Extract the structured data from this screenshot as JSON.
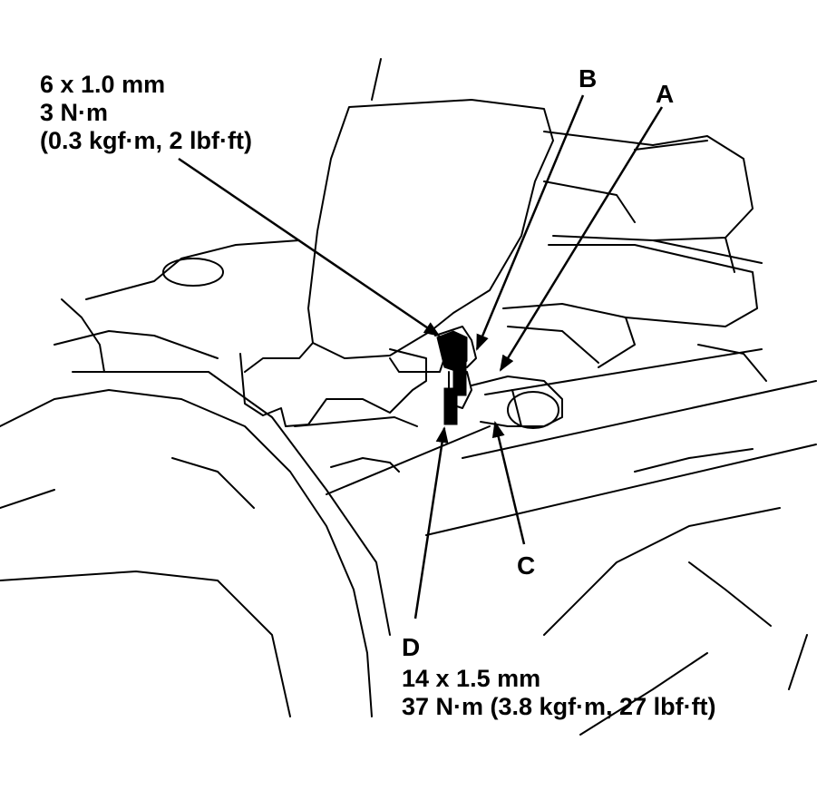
{
  "callouts": {
    "A": "A",
    "B": "B",
    "C": "C",
    "D": "D"
  },
  "spec_b": {
    "line1": "6 x 1.0 mm",
    "line2": "3 N·m",
    "line3": "(0.3 kgf·m, 2 lbf·ft)"
  },
  "spec_d": {
    "line1": "14 x 1.5 mm",
    "line2": "37 N·m (3.8 kgf·m, 27 lbf·ft)"
  },
  "colors": {
    "ink": "#000000",
    "paper": "#ffffff"
  }
}
